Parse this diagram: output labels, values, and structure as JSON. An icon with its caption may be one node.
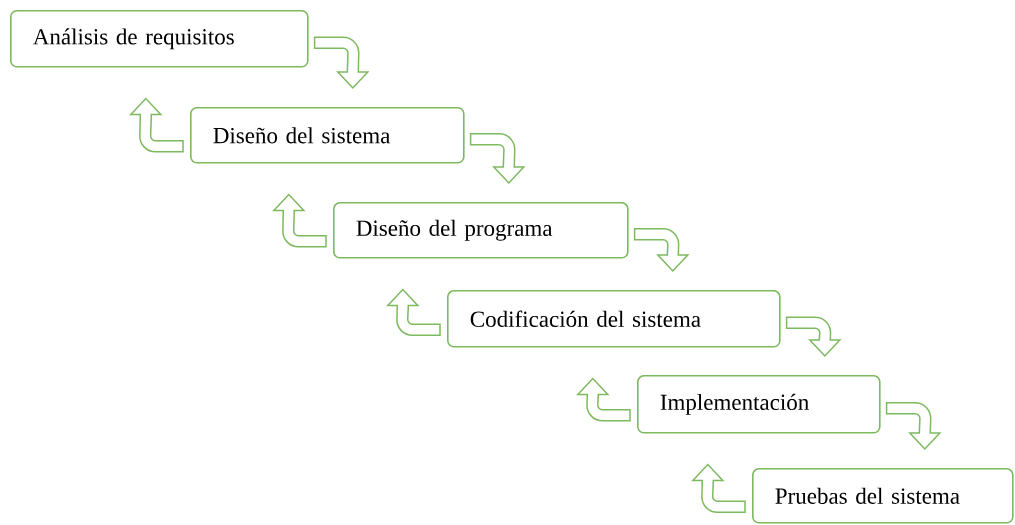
{
  "diagram": {
    "nodes": [
      {
        "text": [
          "Análisis de requisitos"
        ]
      },
      {
        "text": [
          "Diseño del sistema"
        ]
      },
      {
        "text": [
          "Diseño del programa"
        ]
      },
      {
        "text": [
          "Codificación del sistema"
        ]
      },
      {
        "text": [
          "Implementación"
        ]
      },
      {
        "text": [
          "Pruebas del sistema"
        ]
      }
    ],
    "edges": [
      {
        "from": 0,
        "to": 1,
        "arrow": "to"
      },
      {
        "from": 1,
        "to": 2,
        "arrow": "to"
      },
      {
        "from": 2,
        "to": 3,
        "arrow": "to"
      },
      {
        "from": 3,
        "to": 4,
        "arrow": "to"
      },
      {
        "from": 4,
        "to": 5,
        "arrow": "to"
      },
      {
        "from": 1,
        "to": 0,
        "arrow": "to"
      },
      {
        "from": 2,
        "to": 1,
        "arrow": "to"
      },
      {
        "from": 3,
        "to": 2,
        "arrow": "to"
      },
      {
        "from": 4,
        "to": 3,
        "arrow": "to"
      },
      {
        "from": 5,
        "to": 4,
        "arrow": "to"
      }
    ]
  }
}
